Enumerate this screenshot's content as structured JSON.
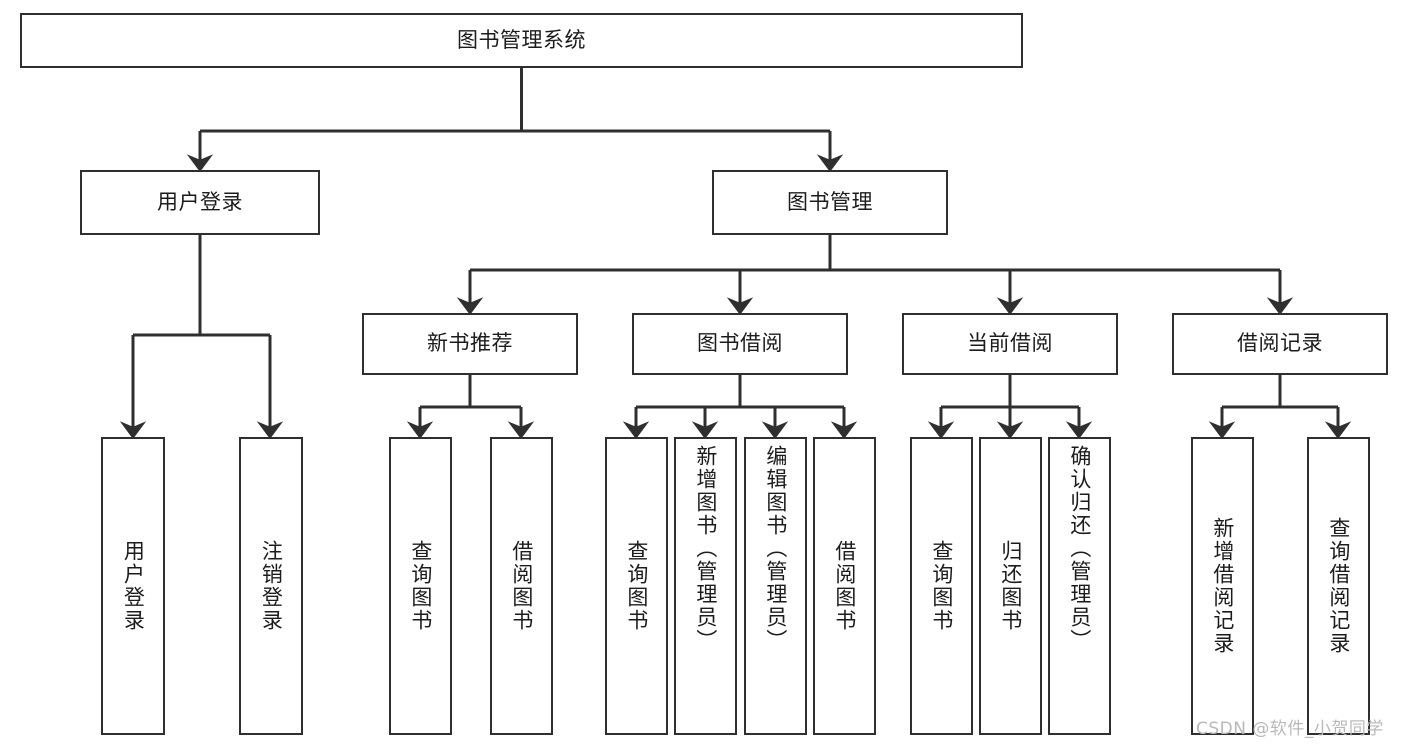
{
  "diagram": {
    "title_node": {
      "label": "图书管理系统"
    },
    "level2": [
      {
        "id": "user-login",
        "label": "用户登录"
      },
      {
        "id": "book-management",
        "label": "图书管理"
      }
    ],
    "level3": [
      {
        "id": "new-book-recommend",
        "label": "新书推荐"
      },
      {
        "id": "book-borrow",
        "label": "图书借阅"
      },
      {
        "id": "current-borrow",
        "label": "当前借阅"
      },
      {
        "id": "borrow-record",
        "label": "借阅记录"
      }
    ],
    "leaves": {
      "user_login": [
        {
          "id": "leaf-user-login",
          "label": "用户登录"
        },
        {
          "id": "leaf-logout-login",
          "label": "注销登录"
        }
      ],
      "new_book_recommend": [
        {
          "id": "leaf-query-book-1",
          "label": "查询图书"
        },
        {
          "id": "leaf-borrow-book-1",
          "label": "借阅图书"
        }
      ],
      "book_borrow": [
        {
          "id": "leaf-query-book-2",
          "label": "查询图书"
        },
        {
          "id": "leaf-add-book",
          "label": "新增图书（管理员）"
        },
        {
          "id": "leaf-edit-book",
          "label": "编辑图书（管理员）"
        },
        {
          "id": "leaf-borrow-book-2",
          "label": "借阅图书"
        }
      ],
      "current_borrow": [
        {
          "id": "leaf-query-book-3",
          "label": "查询图书"
        },
        {
          "id": "leaf-return-book",
          "label": "归还图书"
        },
        {
          "id": "leaf-confirm-return",
          "label": "确认归还（管理员）"
        }
      ],
      "borrow_record": [
        {
          "id": "leaf-add-borrow-record",
          "label": "新增借阅记录"
        },
        {
          "id": "leaf-query-borrow-record",
          "label": "查询借阅记录"
        }
      ]
    }
  },
  "watermark": {
    "text": "CSDN @软件_小贺同学"
  },
  "colors": {
    "stroke": "#2f2f2f",
    "background": "#ffffff",
    "text": "#1c1c1c",
    "watermark": "#b9b9b9"
  }
}
